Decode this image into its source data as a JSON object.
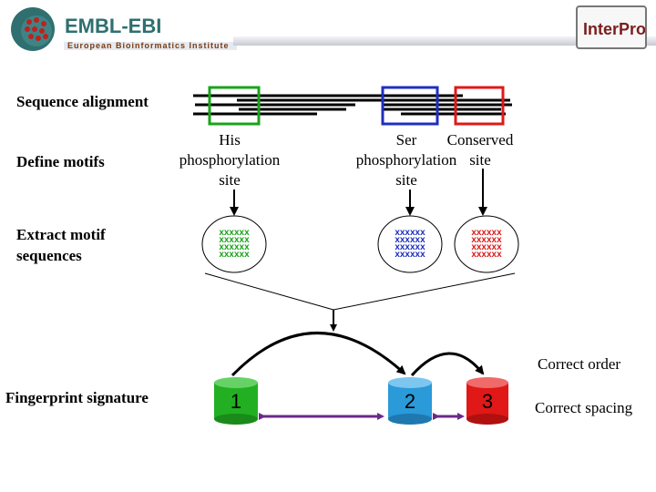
{
  "header": {
    "embl_title": "EMBL-EBI",
    "embl_subtitle": "European Bioinformatics Institute",
    "interpro_logo": "InterPro"
  },
  "steps": {
    "sequence_alignment": "Sequence alignment",
    "define_motifs": "Define motifs",
    "extract_motif_sequences": "Extract motif sequences",
    "fingerprint_signature": "Fingerprint signature"
  },
  "motifs": [
    {
      "label": "His phosphorylation site",
      "color": "#1aa31a"
    },
    {
      "label": "Ser phosphorylation site",
      "color": "#1f2fc0"
    },
    {
      "label": "Conserved site",
      "color": "#e01818"
    }
  ],
  "extract_pattern": "xxxxxx",
  "fingerprint": {
    "cylinders": [
      {
        "label": "1",
        "color": "#22b022"
      },
      {
        "label": "2",
        "color": "#2a9ad8"
      },
      {
        "label": "3",
        "color": "#e01818"
      }
    ],
    "correct_order": "Correct order",
    "correct_spacing": "Correct spacing"
  }
}
